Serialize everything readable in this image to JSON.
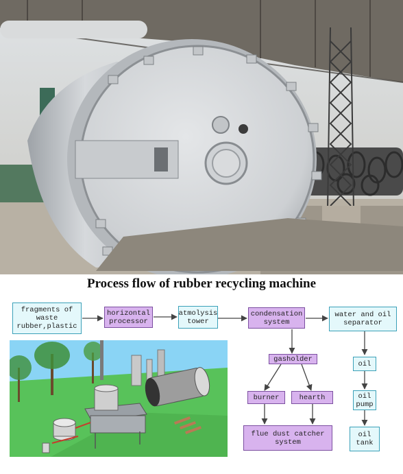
{
  "title": "Process flow of rubber recycling machine",
  "nodes": {
    "fragments": "fragments of\nwaste\nrubber,plastic",
    "horizontal": "horizontal\nprocessor",
    "atmolysis": "atmolysis\ntower",
    "condensation": "condensation\nsystem",
    "water_oil": "water and oil\nseparator",
    "gasholder": "gasholder",
    "burner": "burner",
    "hearth": "hearth",
    "flue": "flue dust catcher\nsystem",
    "oil": "oil",
    "oil_pump": "oil\npump",
    "oil_tank": "oil\ntank"
  },
  "colors": {
    "cyan_fill": "#e4f8fb",
    "cyan_border": "#3aa0b8",
    "purple_fill": "#d8b3ee",
    "purple_border": "#7b4fa0",
    "arrow": "#444444"
  }
}
